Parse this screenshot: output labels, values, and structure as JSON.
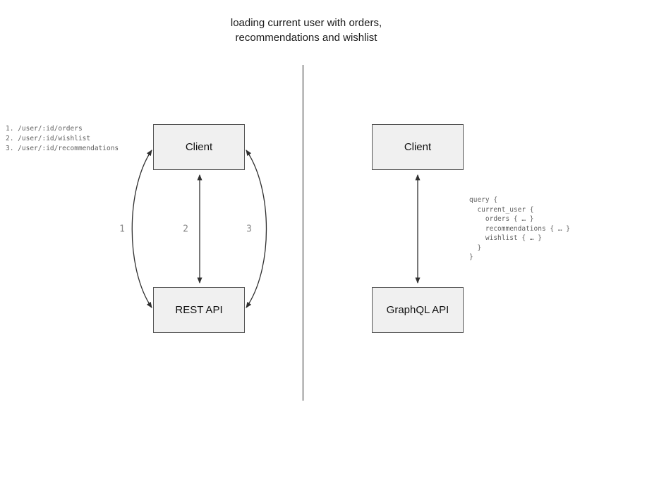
{
  "title": "loading current user with orders,\nrecommendations and wishlist",
  "left": {
    "routes": "1. /user/:id/orders\n2. /user/:id/wishlist\n3. /user/:id/recommendations",
    "client_label": "Client",
    "api_label": "REST API",
    "arrow_labels": [
      "1",
      "2",
      "3"
    ]
  },
  "right": {
    "client_label": "Client",
    "api_label": "GraphQL API",
    "query": "query {\n  current_user {\n    orders { … }\n    recommendations { … }\n    wishlist { … }\n  }\n}"
  },
  "colors": {
    "box_fill": "#f0f0f0",
    "box_border": "#545454",
    "arrow": "#2f2f2f",
    "divider": "#757575",
    "muted_text": "#616161",
    "number_text": "#8a8a8a",
    "title_text": "#1a1a1a"
  }
}
